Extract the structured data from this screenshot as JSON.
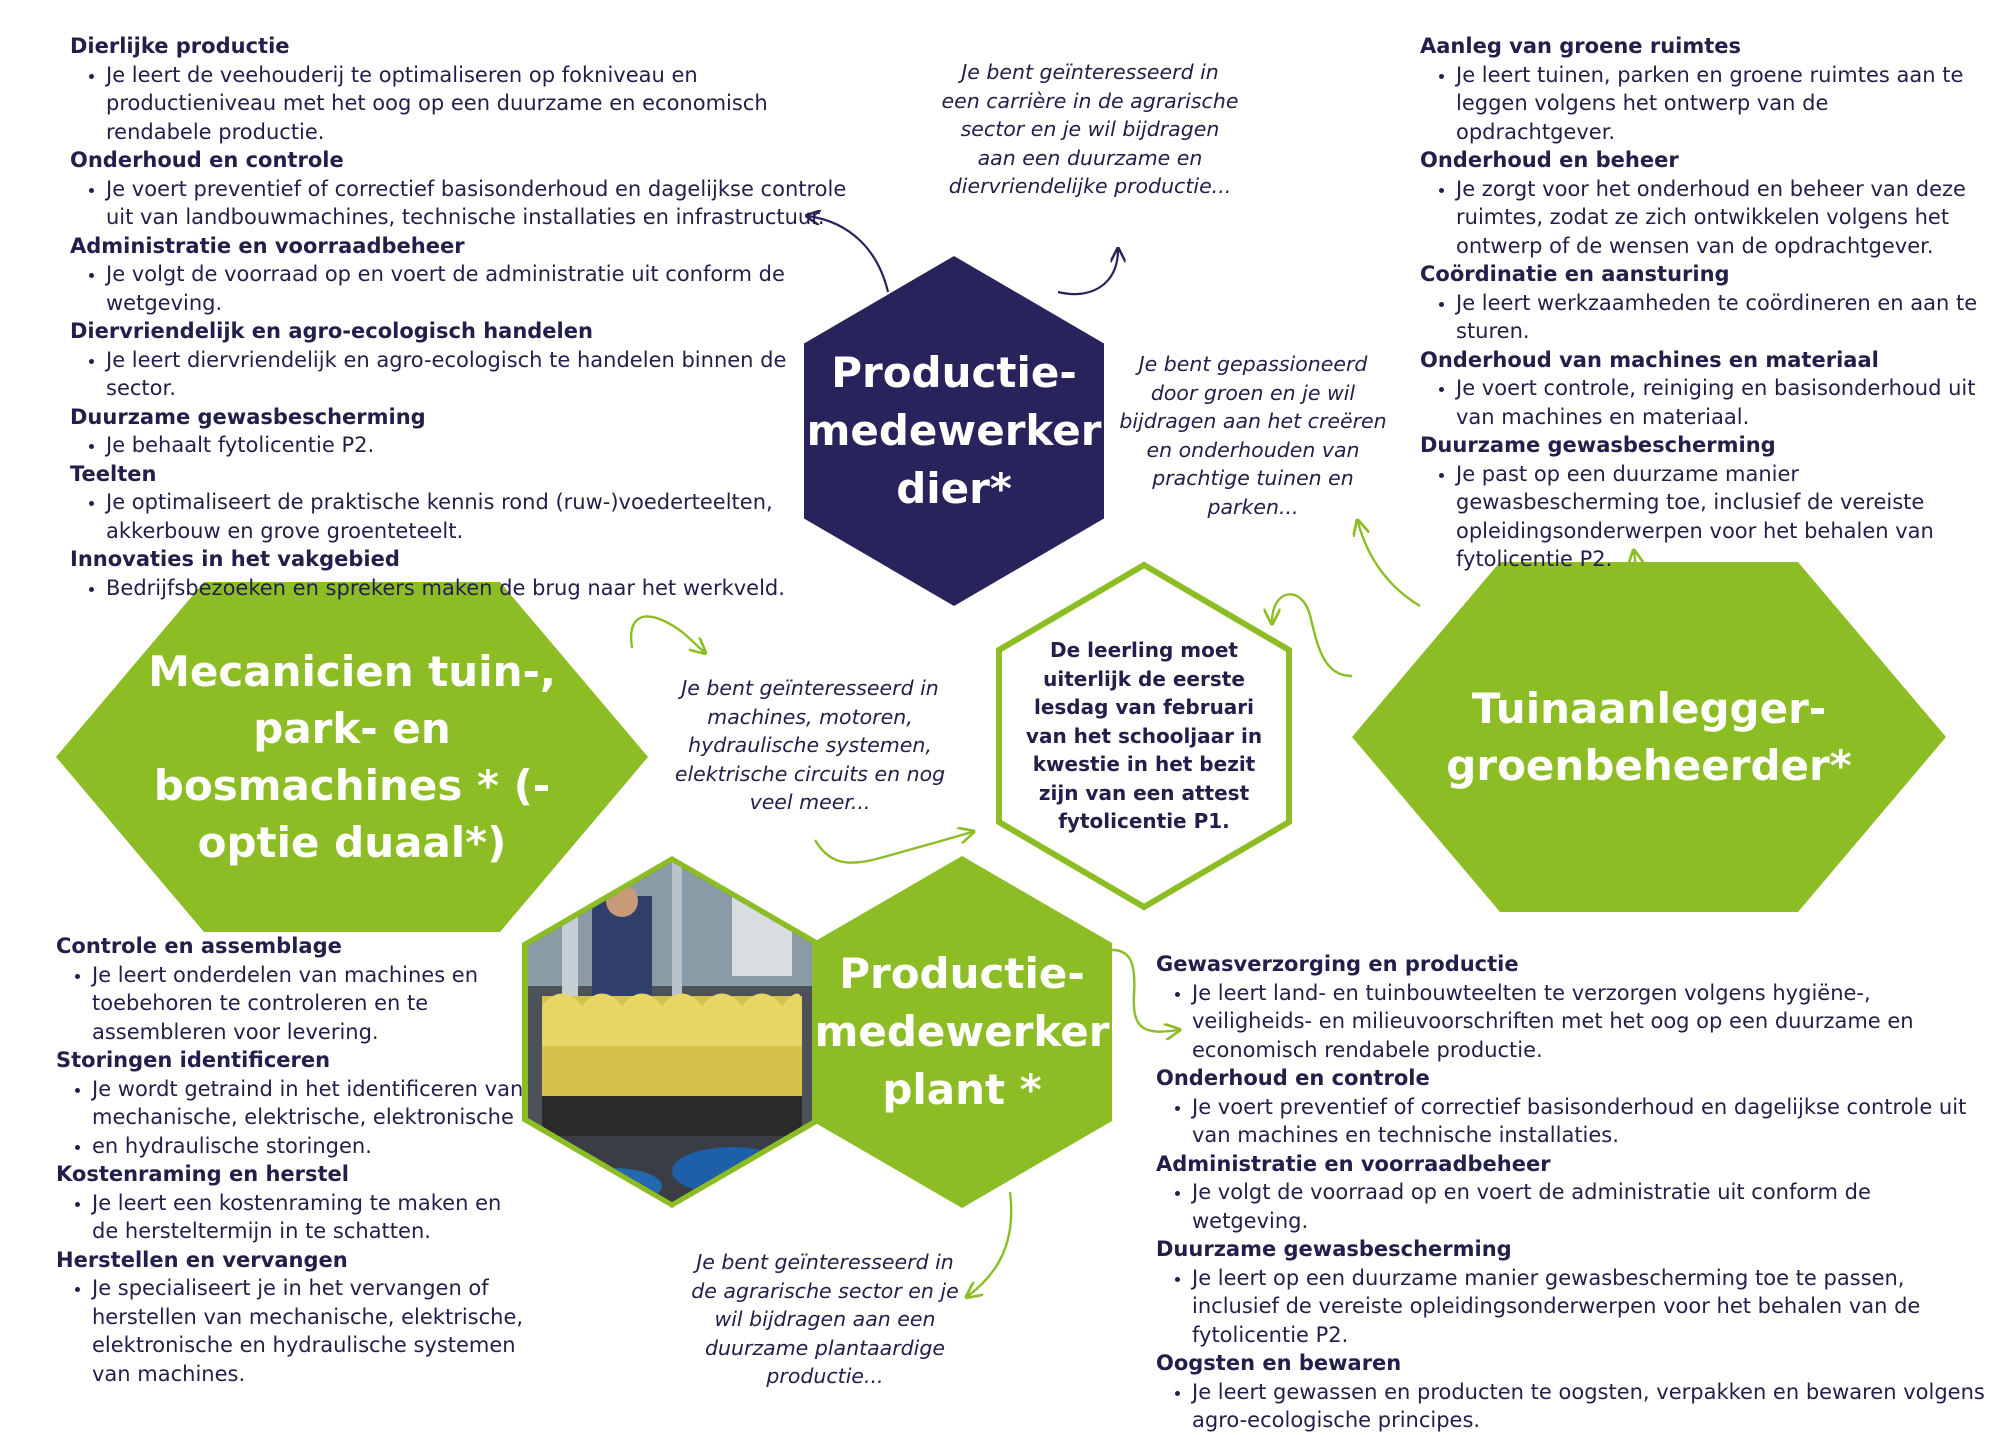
{
  "colors": {
    "navy": "#28235a",
    "green": "#8dbd24",
    "text": "#22204a",
    "white": "#ffffff"
  },
  "hexagons": {
    "dier": "Productie- medewerker dier*",
    "mecanicien": "Mecanicien tuin-, park- en bosmachines * (- optie duaal*)",
    "tuinaanlegger": "Tuinaanlegger- groenbeheerder*",
    "plant": "Productie- medewerker plant *",
    "fyto": "De leerling moet uiterlijk de eerste lesdag van februari van het schooljaar in kwestie in het bezit zijn van een attest fytolicentie P1."
  },
  "photo": {
    "icon": "greenhouse-photo"
  },
  "quotes": {
    "dier": "Je bent geïnteresseerd in een carrière in de agrarische sector en je wil bijdragen aan een duurzame en diervriendelijke productie...",
    "tuin": "Je bent gepassioneerd door groen en je wil bijdragen aan het creëren en onderhouden van prachtige tuinen en parken...",
    "mech": "Je bent geïnteresseerd in machines, motoren, hydraulische systemen, elektrische circuits en nog veel meer...",
    "plant": "Je bent geïnteresseerd in de agrarische sector en je wil bijdragen aan een duurzame plantaardige productie..."
  },
  "sections": {
    "dier": [
      {
        "title": "Dierlijke productie",
        "items": [
          "Je leert de veehouderij te optimaliseren op fokniveau en productieniveau met het oog op een duurzame en economisch rendabele productie."
        ]
      },
      {
        "title": "Onderhoud en controle",
        "items": [
          "Je voert preventief of correctief basisonderhoud en dagelijkse controle uit van landbouwmachines, technische installaties en infrastructuur."
        ]
      },
      {
        "title": "Administratie en voorraadbeheer",
        "items": [
          "Je volgt de voorraad op en voert de administratie uit conform de wetgeving."
        ]
      },
      {
        "title": "Diervriendelijk en agro-ecologisch handelen",
        "items": [
          "Je leert diervriendelijk en agro-ecologisch te handelen binnen de sector."
        ]
      },
      {
        "title": "Duurzame gewasbescherming",
        "items": [
          "Je behaalt fytolicentie P2."
        ]
      },
      {
        "title": "Teelten",
        "items": [
          "Je optimaliseert de praktische kennis rond (ruw-)voederteelten, akkerbouw en grove groenteteelt."
        ]
      },
      {
        "title": "Innovaties in het vakgebied",
        "items": [
          "Bedrijfsbezoeken en sprekers maken de brug naar het werkveld."
        ]
      }
    ],
    "tuin": [
      {
        "title": "Aanleg van groene ruimtes",
        "items": [
          "Je leert tuinen, parken en groene ruimtes aan te leggen volgens het ontwerp van de opdrachtgever."
        ]
      },
      {
        "title": "Onderhoud en beheer",
        "items": [
          "Je zorgt voor het onderhoud en beheer van deze ruimtes, zodat ze zich ontwikkelen volgens het ontwerp of de wensen van de opdrachtgever."
        ]
      },
      {
        "title": "Coördinatie en aansturing",
        "items": [
          "Je leert werkzaamheden te coördineren en aan te sturen."
        ]
      },
      {
        "title": "Onderhoud van machines en materiaal",
        "items": [
          "Je voert controle, reiniging en basisonderhoud uit van machines en materiaal."
        ]
      },
      {
        "title": "Duurzame gewasbescherming",
        "items": [
          "Je past op een duurzame manier gewasbescherming toe, inclusief de vereiste opleidingsonderwerpen voor het behalen van fytolicentie P2."
        ]
      }
    ],
    "mech": [
      {
        "title": "Controle en assemblage",
        "items": [
          "Je leert onderdelen van machines en toebehoren te controleren en te assembleren voor levering."
        ]
      },
      {
        "title": "Storingen identificeren",
        "items": [
          "Je wordt getraind in het identificeren van mechanische, elektrische, elektronische",
          "en hydraulische storingen."
        ]
      },
      {
        "title": "Kostenraming en herstel",
        "items": [
          "Je leert een kostenraming te maken en de hersteltermijn in te schatten."
        ]
      },
      {
        "title": "Herstellen en vervangen",
        "items": [
          "Je specialiseert je in het vervangen of herstellen van mechanische, elektrische, elektronische en hydraulische systemen van machines."
        ]
      }
    ],
    "plant": [
      {
        "title": "Gewasverzorging en productie",
        "items": [
          "Je leert land- en tuinbouwteelten te verzorgen volgens hygiëne-, veiligheids- en milieuvoorschriften met het oog op een duurzame en economisch rendabele productie."
        ]
      },
      {
        "title": "Onderhoud en controle",
        "items": [
          "Je voert preventief of correctief basisonderhoud en dagelijkse controle uit van machines en technische installaties."
        ]
      },
      {
        "title": "Administratie en voorraadbeheer",
        "items": [
          "Je volgt de voorraad op en voert de administratie uit conform de wetgeving."
        ]
      },
      {
        "title": "Duurzame gewasbescherming",
        "items": [
          "Je leert op een duurzame manier gewasbescherming toe te passen, inclusief de vereiste opleidingsonderwerpen voor het behalen van de fytolicentie P2."
        ]
      },
      {
        "title": "Oogsten en bewaren",
        "items": [
          "Je leert gewassen en producten te oogsten, verpakken en bewaren volgens agro-ecologische principes."
        ]
      }
    ]
  }
}
